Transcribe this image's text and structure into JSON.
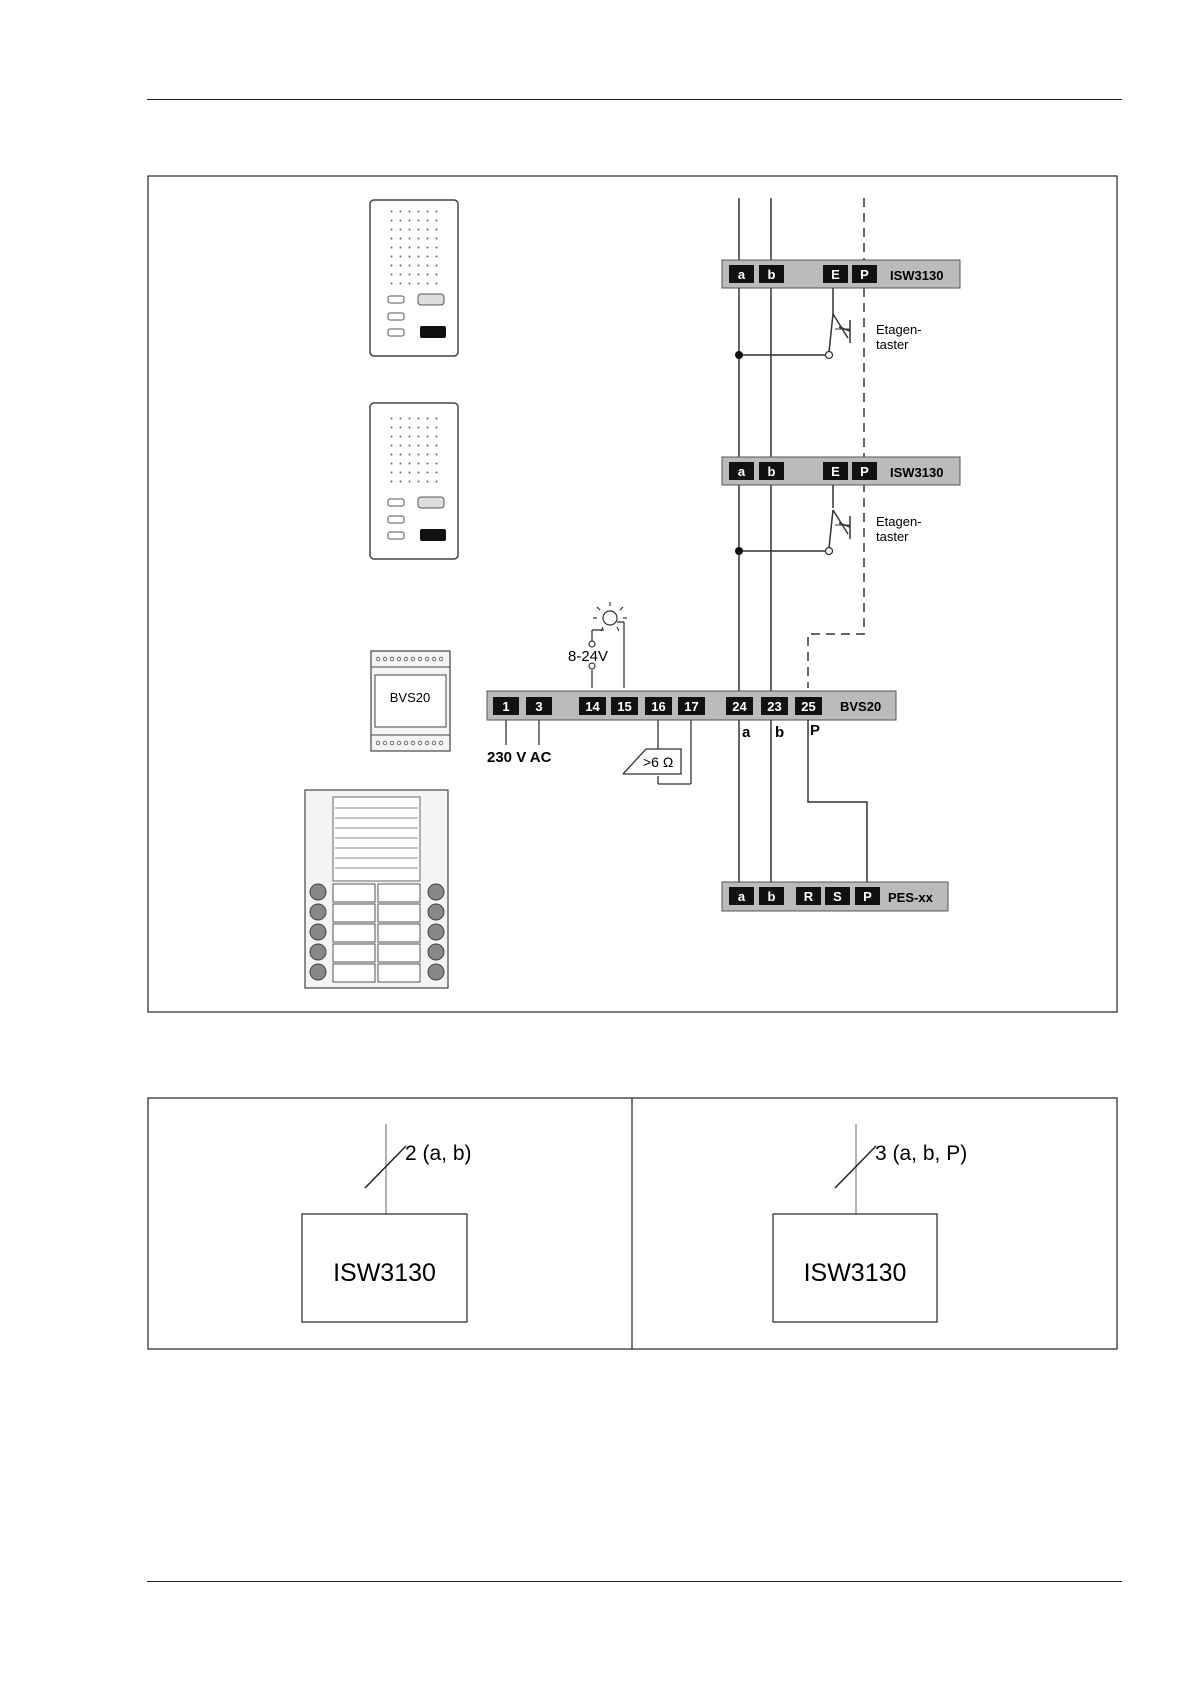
{
  "wiring": {
    "bus_ab": [
      "a",
      "b"
    ],
    "isw_row": {
      "ab": [
        "a",
        "b"
      ],
      "ep": [
        "E",
        "P"
      ],
      "model": "ISW3130",
      "button": [
        "Etagen-",
        "taster"
      ]
    },
    "bvs20": {
      "terminals_left": [
        "1",
        "3"
      ],
      "terminals_mid": [
        "14",
        "15",
        "16",
        "17"
      ],
      "terminals_right": [
        "24",
        "23",
        "25"
      ],
      "model": "BVS20",
      "mains_label": "230 V AC",
      "lamp_voltage": "8-24V",
      "resistance_label": ">6 Ω",
      "bus_labels": [
        "a",
        "b",
        "P"
      ],
      "device_label": "BVS20"
    },
    "pes_row": {
      "ab": [
        "a",
        "b"
      ],
      "rsp": [
        "R",
        "S",
        "P"
      ],
      "model": "PES-xx"
    }
  },
  "cabling": {
    "left": {
      "wires": "2 (a, b)",
      "device": "ISW3130"
    },
    "right": {
      "wires": "3 (a, b, P)",
      "device": "ISW3130"
    }
  }
}
